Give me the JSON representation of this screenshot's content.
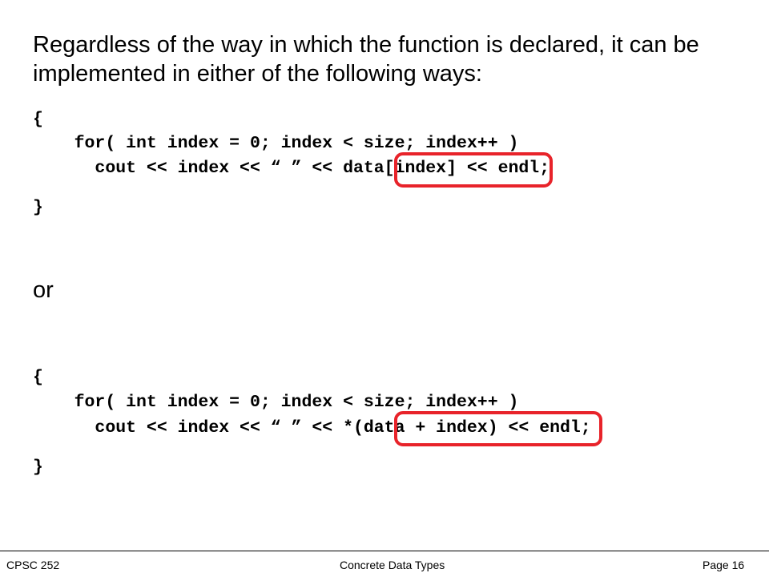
{
  "slide": {
    "heading": "Regardless of the way in which the function is declared, it can be implemented in either of the following ways:",
    "separator_word": "or",
    "highlight_color": "#e8232a"
  },
  "code_block_1": {
    "open_brace": "{",
    "line_for": "    for( int index = 0; index < size; index++ )",
    "line_cout": "      cout << index << “ ” << data[index] << endl;",
    "close_brace": "}",
    "highlighted_expression": "data[index]"
  },
  "code_block_2": {
    "open_brace": "{",
    "line_for": "    for( int index = 0; index < size; index++ )",
    "line_cout": "      cout << index << “ ” << *(data + index) << endl;",
    "close_brace": "}",
    "highlighted_expression": "*(data + index)"
  },
  "footer": {
    "course": "CPSC 252",
    "topic": "Concrete Data Types",
    "page": "Page 16"
  }
}
